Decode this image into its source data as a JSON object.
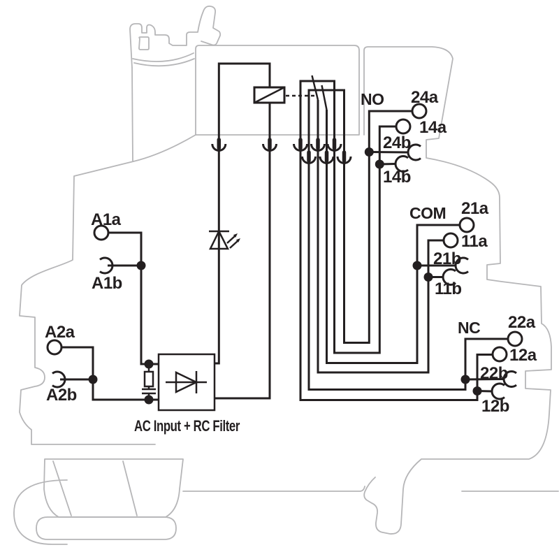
{
  "diagram_type": "relay-module-wiring-schematic",
  "colors": {
    "wire": "#231f20",
    "housing_outline": "#b6b6b8",
    "background": "#ffffff"
  },
  "labels": {
    "section_no": "NO",
    "section_com": "COM",
    "section_nc": "NC",
    "caption": "AC Input + RC Filter"
  },
  "terminals": {
    "a1a": "A1a",
    "a1b": "A1b",
    "a2a": "A2a",
    "a2b": "A2b",
    "t24a": "24a",
    "t14a": "14a",
    "t24b": "24b",
    "t14b": "14b",
    "t21a": "21a",
    "t11a": "11a",
    "t21b": "21b",
    "t11b": "11b",
    "t22a": "22a",
    "t12a": "12a",
    "t22b": "22b",
    "t12b": "12b"
  },
  "components": {
    "coil": "relay-coil",
    "rectifier": "bridge-rectifier",
    "filter": "rc-filter",
    "indicator": "led-indicator",
    "contacts": "two-changeover-contacts"
  }
}
